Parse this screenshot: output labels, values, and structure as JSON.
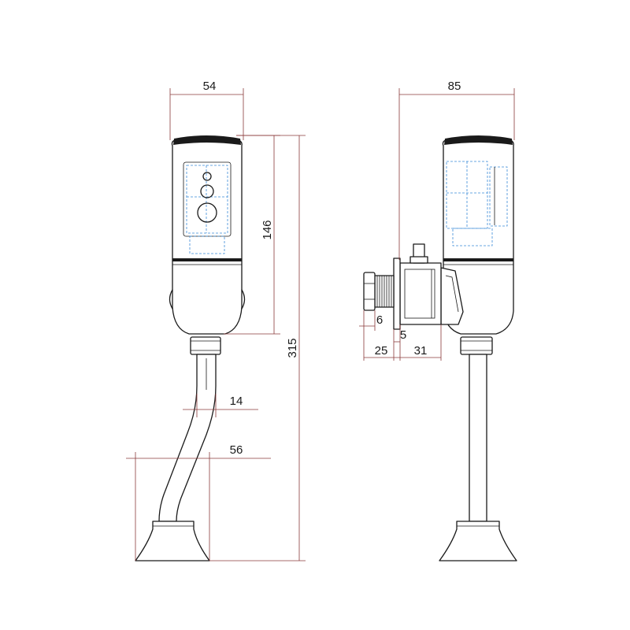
{
  "dimensions": {
    "front_width": "54",
    "side_width": "85",
    "body_height": "146",
    "total_height": "315",
    "pipe_diameter": "14",
    "pipe_offset": "56",
    "nut_thickness": "6",
    "flange_thickness": "5",
    "thread_length": "25",
    "valve_depth": "31"
  }
}
